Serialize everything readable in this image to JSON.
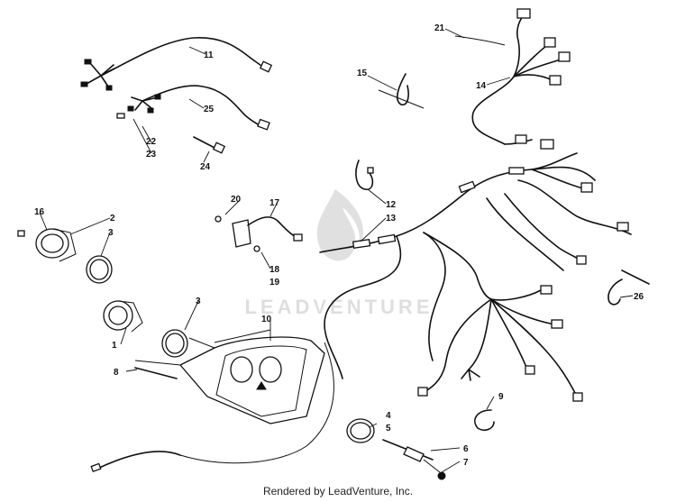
{
  "callouts": {
    "c1": "1",
    "c2": "2",
    "c3a": "3",
    "c3b": "3",
    "c4": "4",
    "c5": "5",
    "c6": "6",
    "c7": "7",
    "c8": "8",
    "c9": "9",
    "c10": "10",
    "c11": "11",
    "c12": "12",
    "c13": "13",
    "c14": "14",
    "c15": "15",
    "c16": "16",
    "c17": "17",
    "c18": "18",
    "c19": "19",
    "c20": "20",
    "c21": "21",
    "c22": "22",
    "c23": "23",
    "c24": "24",
    "c25": "25",
    "c26": "26"
  },
  "watermark": "LEADVENTURE",
  "credit": "Rendered by LeadVenture, Inc."
}
